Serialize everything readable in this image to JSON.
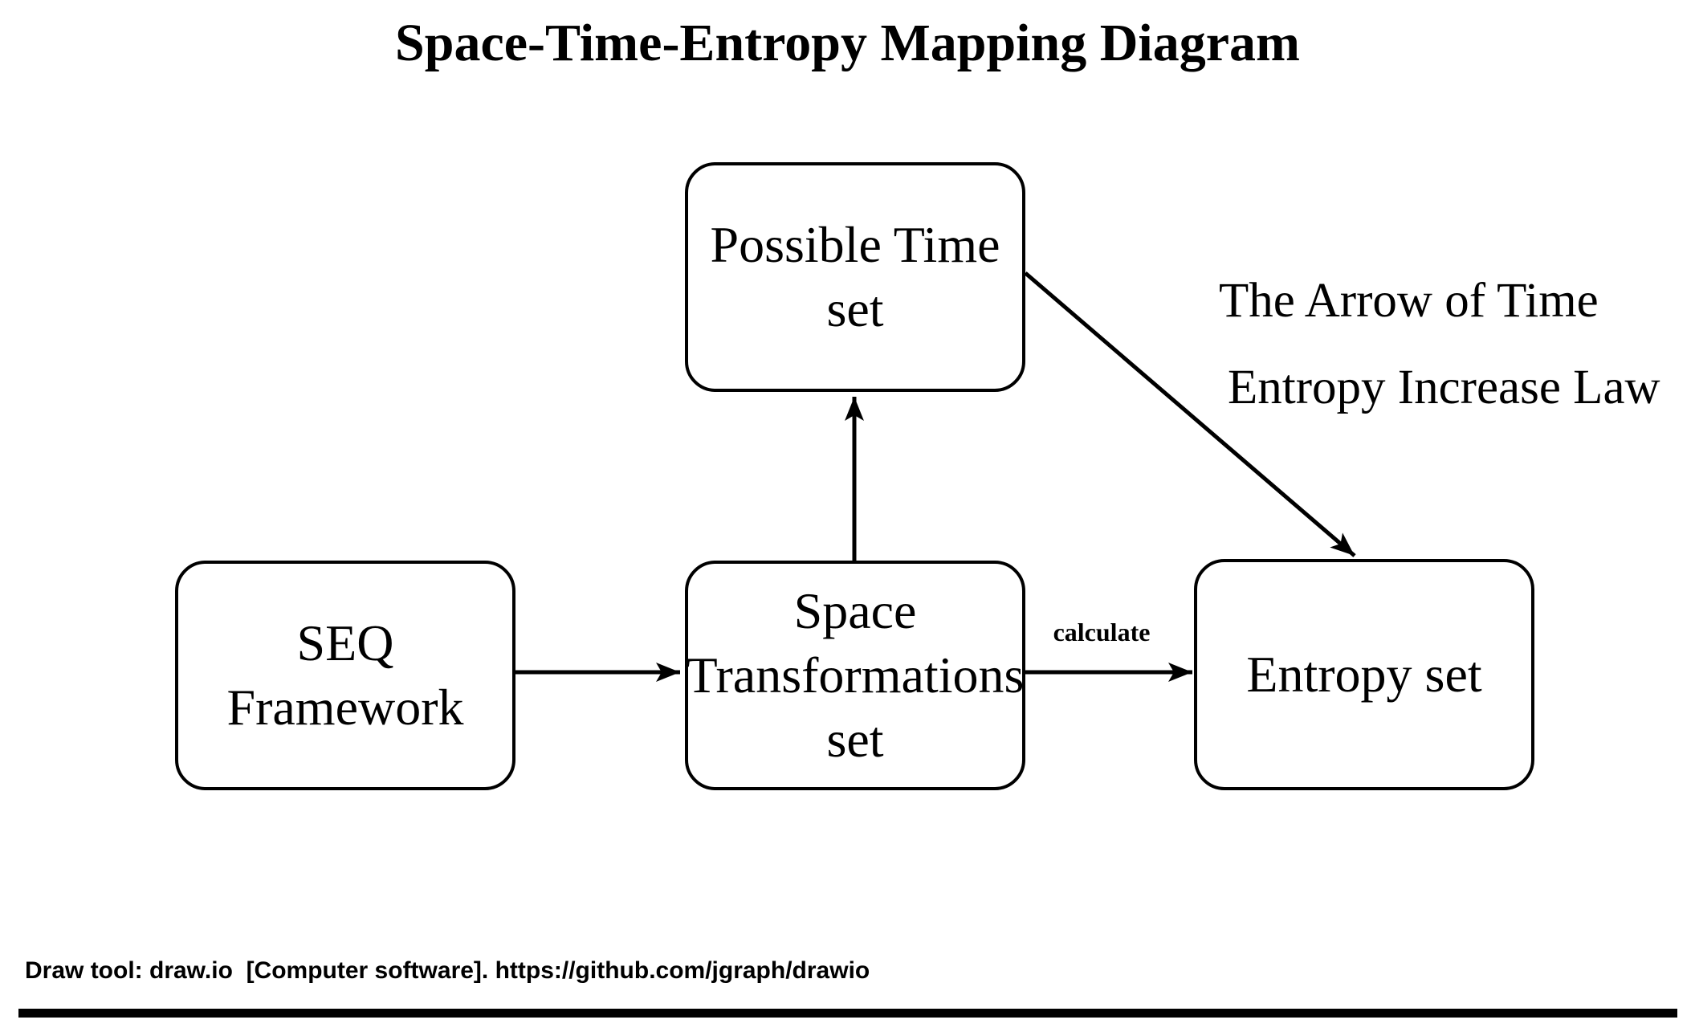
{
  "title": "Space-Time-Entropy Mapping Diagram",
  "nodes": {
    "possible_time": {
      "label": "Possible Time\nset"
    },
    "seq": {
      "label": "SEQ\nFramework"
    },
    "space": {
      "label": "Space\nTransformations\nset"
    },
    "entropy": {
      "label": "Entropy set"
    }
  },
  "edge_labels": {
    "calculate": "calculate"
  },
  "annotations": {
    "arrow_of_time": "The Arrow of Time",
    "entropy_increase_law": "Entropy Increase Law"
  },
  "footer": {
    "credit": "Draw tool: draw.io  [Computer software]. https://github.com/jgraph/drawio"
  },
  "colors": {
    "ink": "#000000",
    "background": "#ffffff"
  }
}
